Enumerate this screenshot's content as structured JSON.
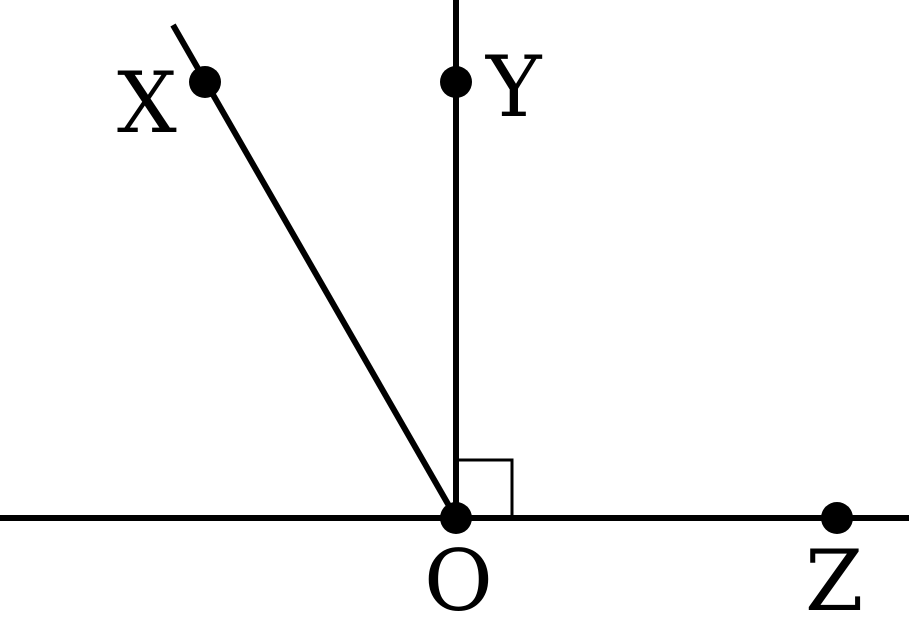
{
  "diagram": {
    "labels": {
      "x": "X",
      "y": "Y",
      "o": "O",
      "z": "Z"
    },
    "relations": {
      "right_angle": "∠YOZ"
    },
    "colors": {
      "stroke": "#000000",
      "background": "#ffffff"
    }
  }
}
